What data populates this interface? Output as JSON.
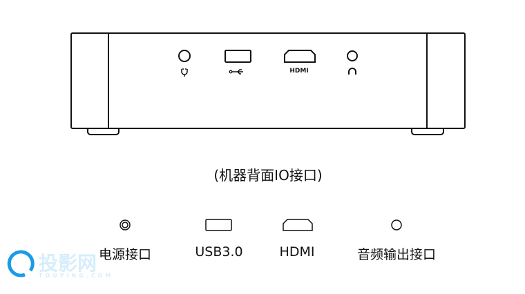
{
  "device": {
    "port_labels": {
      "hdmi": "HDMI"
    }
  },
  "caption": "(机器背面IO接口)",
  "legend": [
    {
      "icon": "power-jack-icon",
      "label": "电源接口"
    },
    {
      "icon": "usb-port-icon",
      "label": "USB3.0"
    },
    {
      "icon": "hdmi-port-icon",
      "label": "HDMI"
    },
    {
      "icon": "audio-jack-icon",
      "label": "音频输出接口"
    }
  ],
  "watermark": {
    "name": "投影网",
    "domain": "TOUYING.COM"
  },
  "colors": {
    "line": "#111111",
    "watermark": "#1a9be6"
  }
}
